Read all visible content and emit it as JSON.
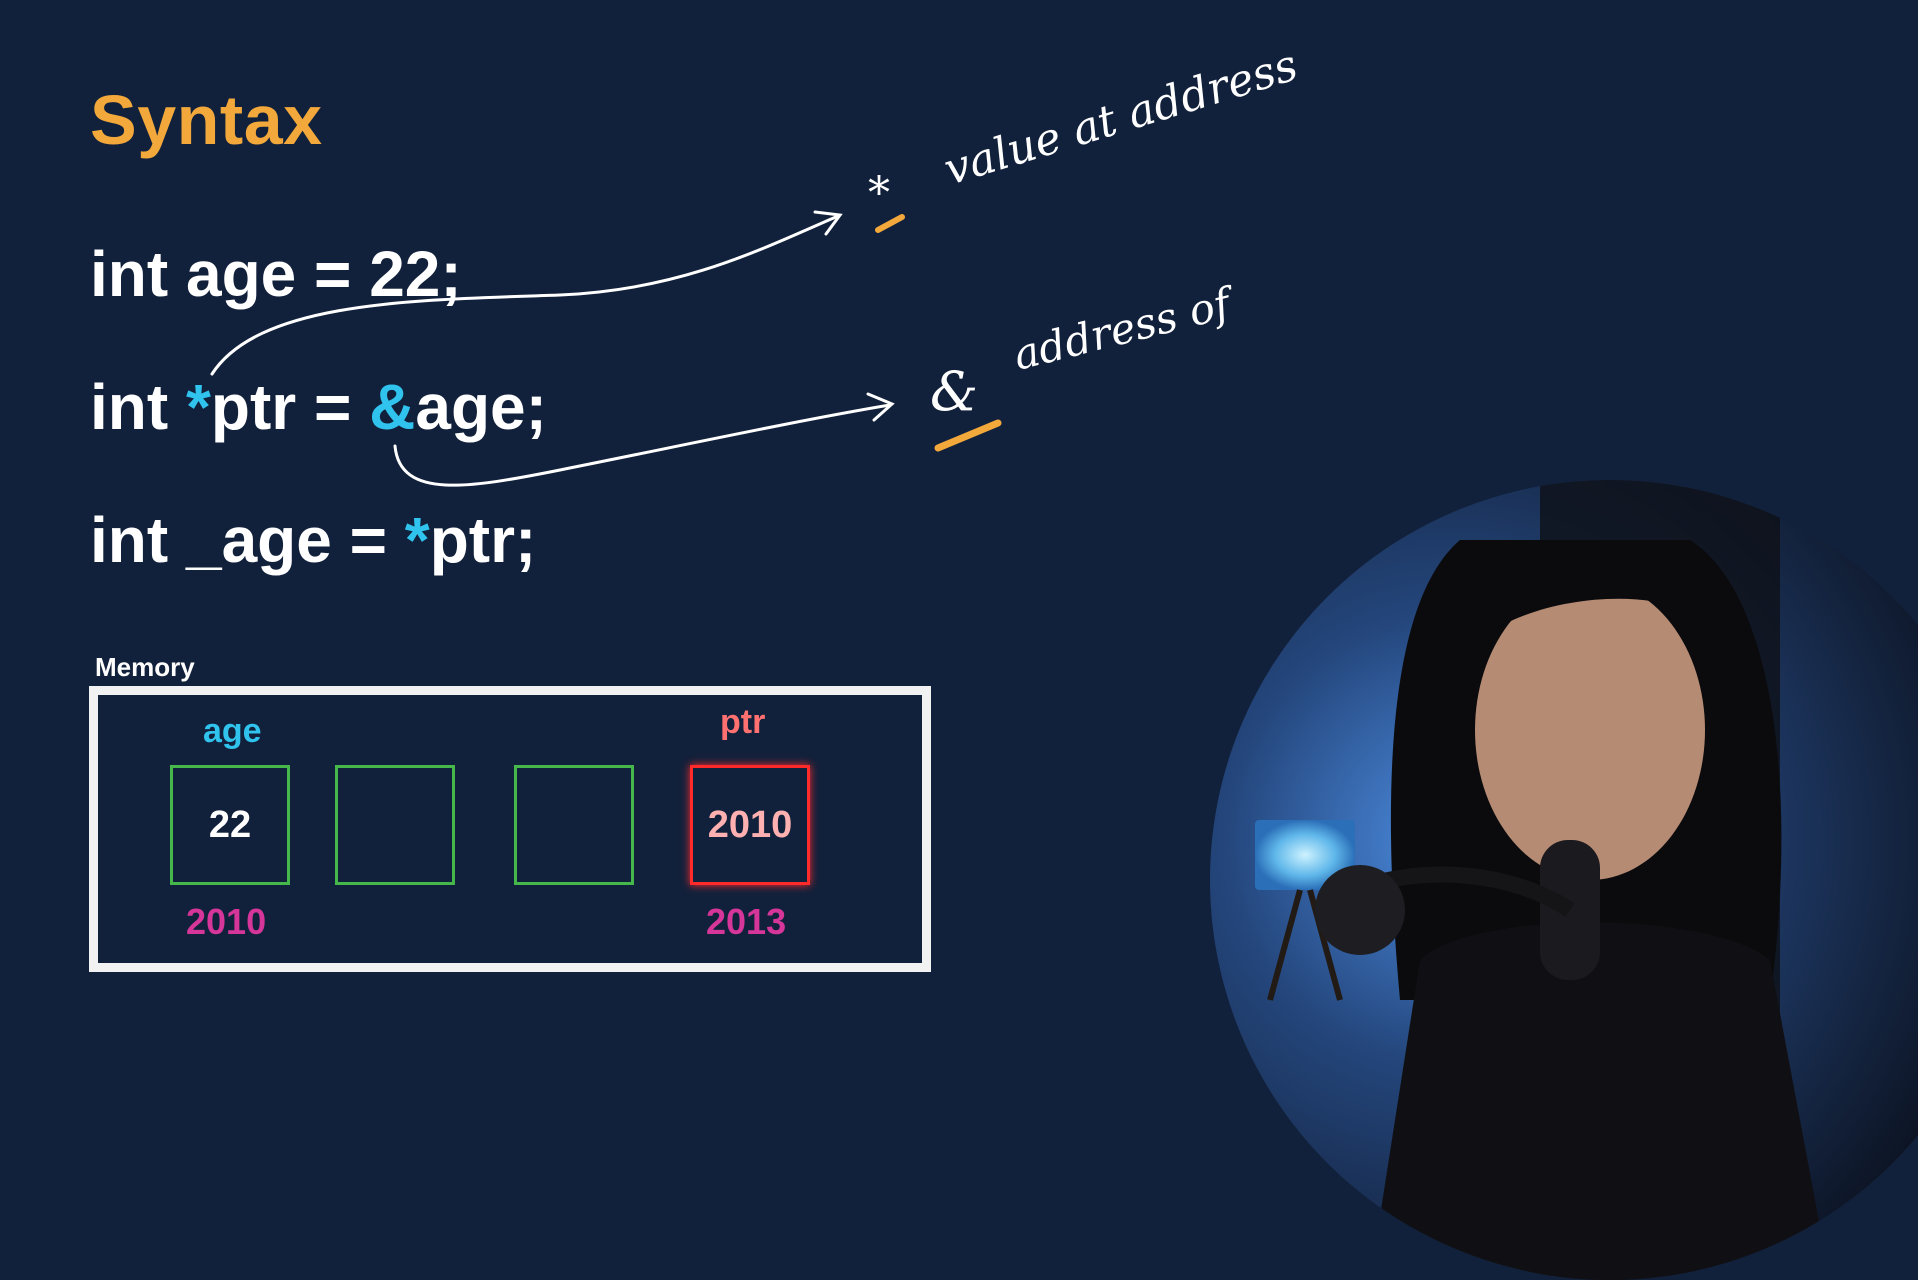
{
  "slide": {
    "title": "Syntax",
    "code": {
      "line1": {
        "text": "int age = 22;"
      },
      "line2": {
        "prefix": "int ",
        "star": "*",
        "mid": "ptr = ",
        "amp": "&",
        "suffix": "age;"
      },
      "line3": {
        "prefix": "int _age = ",
        "star": "*",
        "suffix": "ptr;"
      }
    },
    "annotations": {
      "deref_symbol": "*",
      "deref_note": "value at address",
      "addr_symbol": "&",
      "addr_note": "address of"
    },
    "memory": {
      "label": "Memory",
      "cells": [
        {
          "var": "age",
          "value": "22",
          "address": "2010"
        },
        {
          "var": "",
          "value": "",
          "address": ""
        },
        {
          "var": "",
          "value": "",
          "address": ""
        },
        {
          "var": "ptr",
          "value": "2010",
          "address": "2013"
        }
      ]
    }
  },
  "colors": {
    "background": "#12213b",
    "title": "#f2a83b",
    "code": "#ffffff",
    "operator_highlight": "#2fc3ee",
    "cell_border": "#46b74a",
    "address": "#d6369a",
    "ink": "#ffffff",
    "ink_highlight": "#f2a83b",
    "ptr_highlight": "#ff2a2a"
  }
}
